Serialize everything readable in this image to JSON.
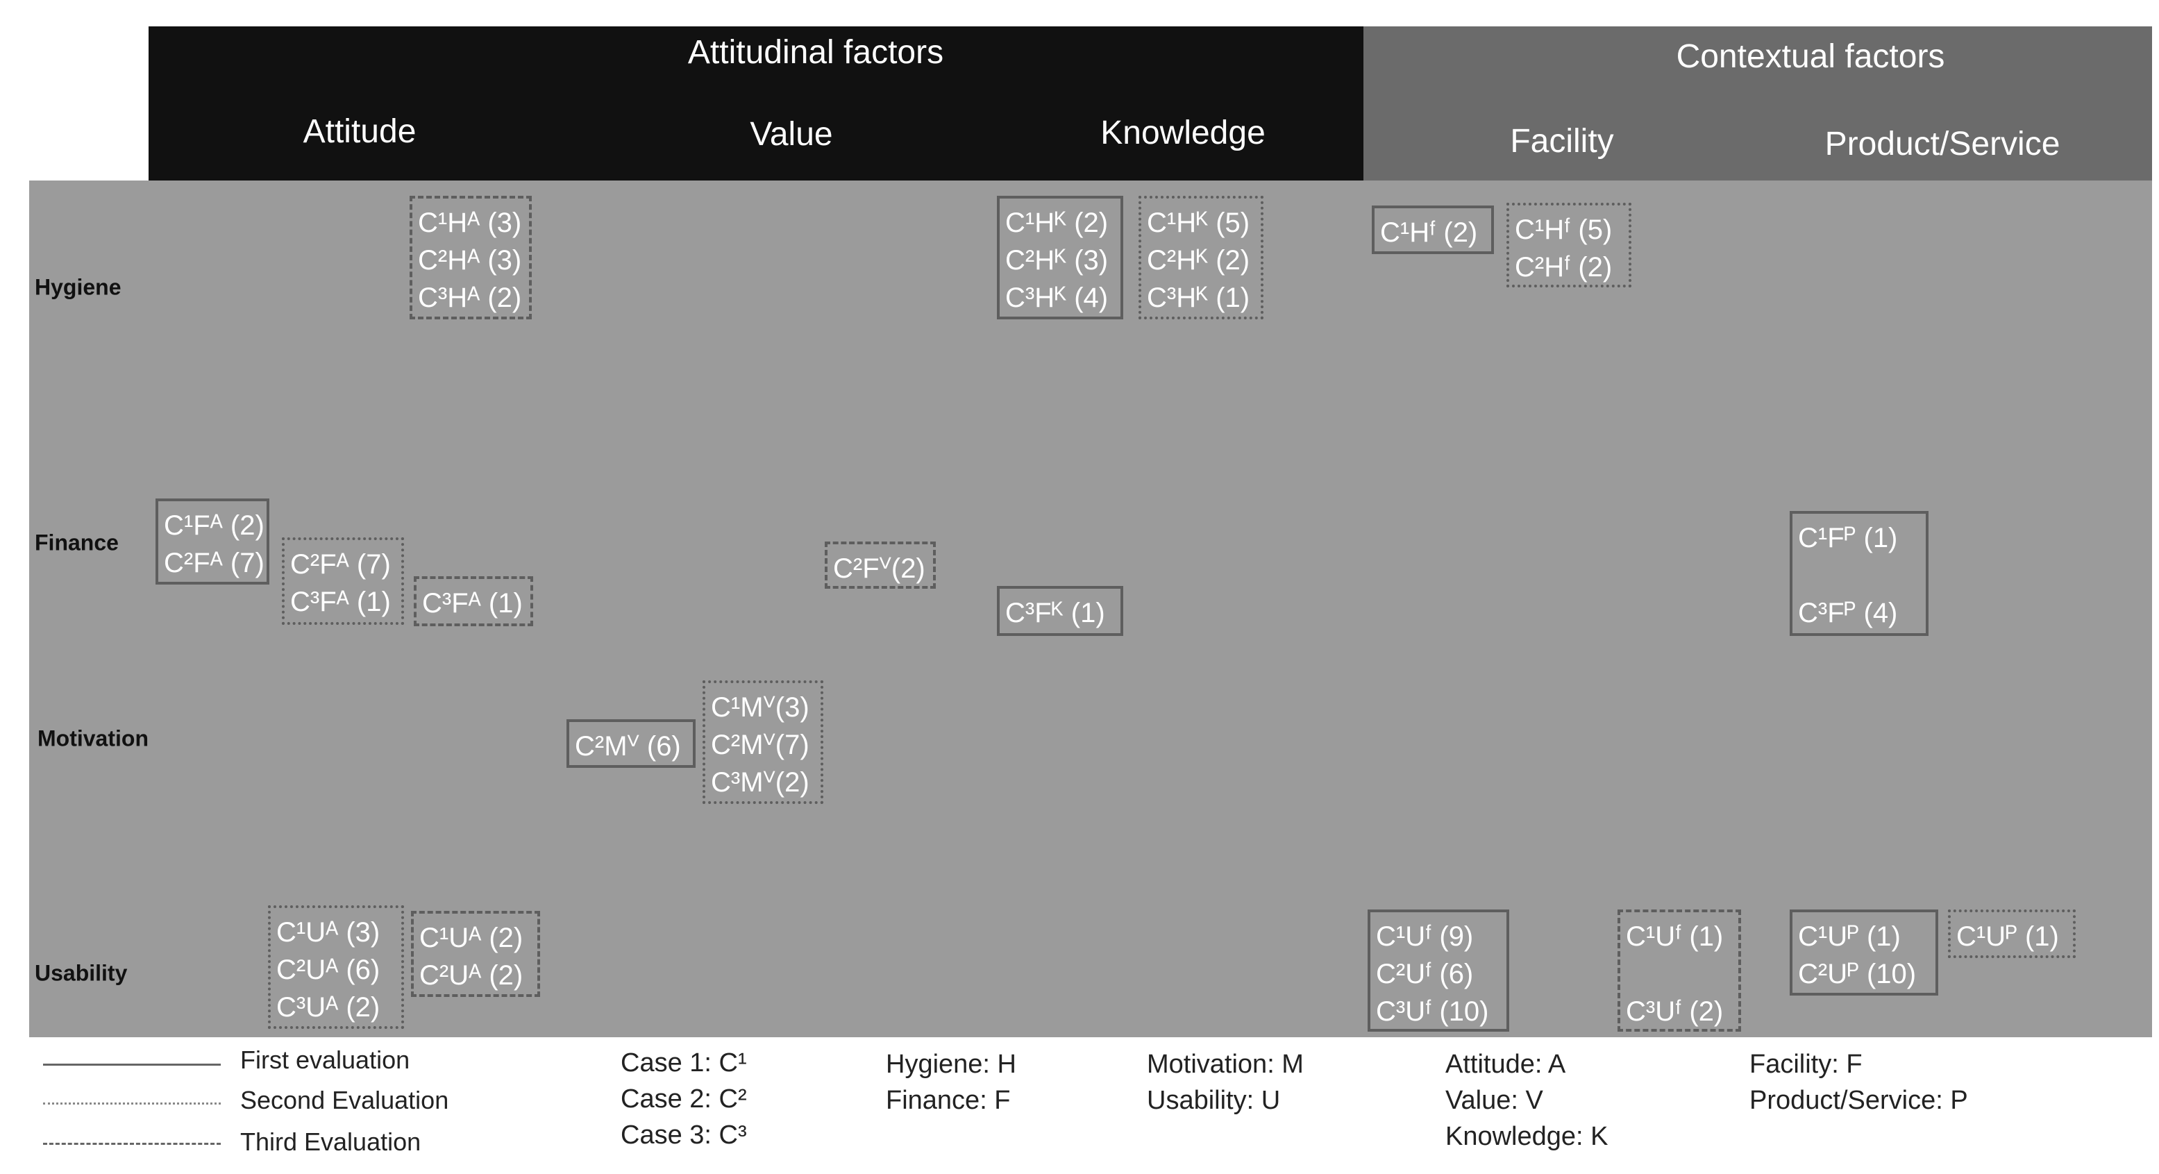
{
  "header": {
    "attitudinal": "Attitudinal factors",
    "contextual": "Contextual factors",
    "columns": [
      "Attitude",
      "Value",
      "Knowledge",
      "Facility",
      "Product/Service"
    ]
  },
  "rows": [
    "Hygiene",
    "Finance",
    "Motivation",
    "Usability"
  ],
  "boxes": [
    {
      "style": "third",
      "lines": [
        "C¹Hᴬ (3)",
        "C²Hᴬ (3)",
        "C³Hᴬ (2)"
      ]
    },
    {
      "style": "first",
      "lines": [
        "C¹Hᴷ (2)",
        "C²Hᴷ (3)",
        "C³Hᴷ (4)"
      ]
    },
    {
      "style": "second",
      "lines": [
        "C¹Hᴷ (5)",
        "C²Hᴷ (2)",
        "C³Hᴷ (1)"
      ]
    },
    {
      "style": "first",
      "lines": [
        "C¹Hᶠ (2)"
      ]
    },
    {
      "style": "second",
      "lines": [
        "C¹Hᶠ (5)",
        "C²Hᶠ (2)"
      ]
    },
    {
      "style": "first",
      "lines": [
        "C¹Fᴬ (2)",
        "C²Fᴬ (7)"
      ]
    },
    {
      "style": "second",
      "lines": [
        "C²Fᴬ (7)",
        "C³Fᴬ (1)"
      ]
    },
    {
      "style": "third",
      "lines": [
        "C³Fᴬ (1)"
      ]
    },
    {
      "style": "third",
      "lines": [
        "C²Fⱽ(2)"
      ]
    },
    {
      "style": "first",
      "lines": [
        "C³Fᴷ (1)"
      ]
    },
    {
      "style": "first",
      "lines": [
        "C¹Fᴾ (1)",
        "",
        "C³Fᴾ  (4)"
      ]
    },
    {
      "style": "first",
      "lines": [
        "C²Mⱽ (6)"
      ]
    },
    {
      "style": "second",
      "lines": [
        "C¹Mⱽ(3)",
        "C²Mⱽ(7)",
        "C³Mⱽ(2)"
      ]
    },
    {
      "style": "second",
      "lines": [
        "C¹Uᴬ (3)",
        "C²Uᴬ (6)",
        "C³Uᴬ (2)"
      ]
    },
    {
      "style": "third",
      "lines": [
        "C¹Uᴬ (2)",
        "C²Uᴬ (2)"
      ]
    },
    {
      "style": "first",
      "lines": [
        "C¹Uᶠ (9)",
        "C²Uᶠ (6)",
        "C³Uᶠ (10)"
      ]
    },
    {
      "style": "third",
      "lines": [
        "C¹Uᶠ (1)",
        "",
        "C³Uᶠ (2)"
      ]
    },
    {
      "style": "first",
      "lines": [
        "C¹Uᴾ  (1)",
        "C²Uᴾ  (10)"
      ]
    },
    {
      "style": "second",
      "lines": [
        "C¹Uᴾ (1)"
      ]
    }
  ],
  "legend": {
    "evaluations": [
      "First evaluation",
      "Second Evaluation",
      "Third Evaluation"
    ],
    "cases": [
      "Case 1: C¹",
      "Case 2: C²",
      "Case 3: C³"
    ],
    "col2": [
      "Hygiene: H",
      "Finance: F"
    ],
    "col3": [
      "Motivation: M",
      "Usability: U"
    ],
    "col4": [
      "Attitude: A",
      "Value: V",
      "Knowledge: K"
    ],
    "col5": [
      "Facility: F",
      "Product/Service: P"
    ]
  }
}
